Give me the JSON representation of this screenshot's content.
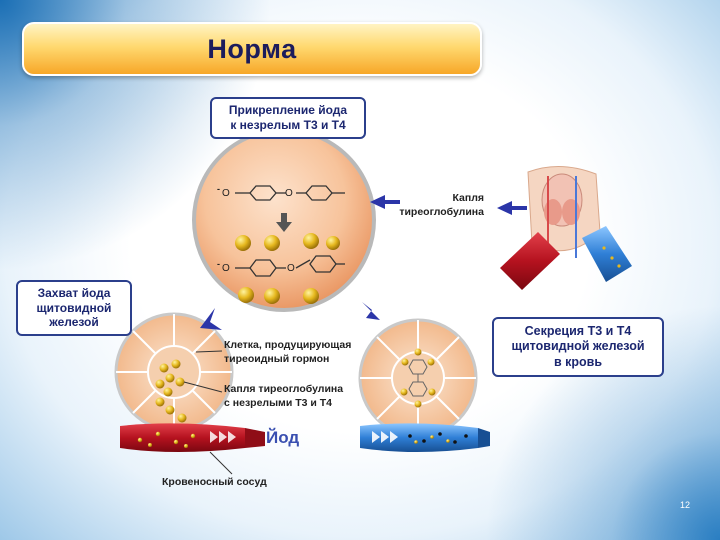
{
  "title": "Норма",
  "callouts": {
    "attachment": [
      "Прикрепление йода",
      "к незрелым Т3 и Т4"
    ],
    "capture": [
      "Захват йода",
      "щитовидной",
      "железой"
    ],
    "secretion": [
      "Секреция Т3 и Т4",
      "щитовидной железой",
      "в кровь"
    ]
  },
  "labels": {
    "thyroglobulin_drop": [
      "Капля",
      "тиреоглобулина"
    ],
    "hormone_cell": [
      "Клетка, продуцирующая",
      "тиреоидный гормон"
    ],
    "thyroglobulin_immature": [
      "Капля тиреоглобулина",
      "с незрелыми Т3 и Т4"
    ],
    "iodine": "Йод",
    "blood_vessel": "Кровеносный сосуд"
  },
  "molecule_atoms": {
    "oxygen": "O",
    "charge": "-"
  },
  "page_number": "12",
  "colors": {
    "title_gradient_top": "#fff4c4",
    "title_gradient_bottom": "#f7a728",
    "title_text": "#1c1c5c",
    "callout_border": "#2b3f8c",
    "arrow": "#2b35a8",
    "vessel_red": "#c0182a",
    "vessel_blue": "#2f7fd6",
    "iodine_gold": "#e6b81e",
    "cell_peach": "#f7c9a3"
  }
}
